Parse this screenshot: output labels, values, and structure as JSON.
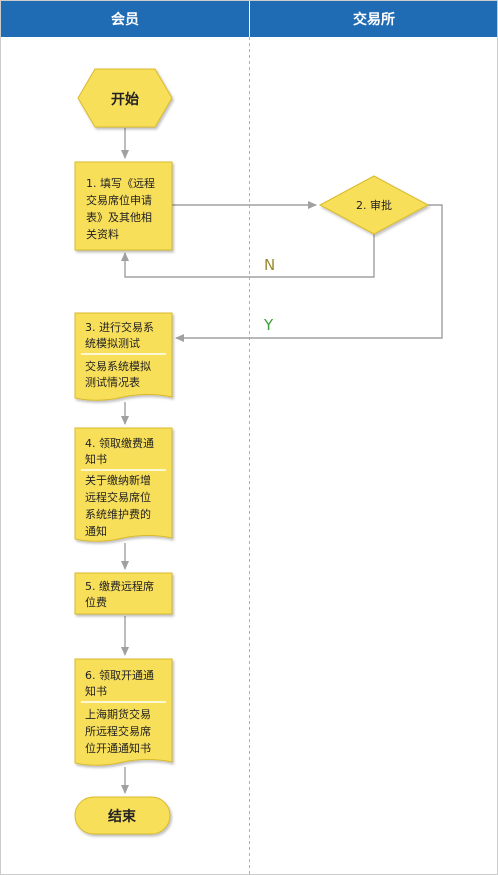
{
  "lanes": {
    "member": "会员",
    "exchange": "交易所"
  },
  "start": "开始",
  "end": "结束",
  "step1": [
    "1. 填写《远程",
    "交易席位申请",
    "表》及其他相",
    "关资料"
  ],
  "step2": "2. 审批",
  "step3": {
    "title": [
      "3. 进行交易系",
      "统模拟测试"
    ],
    "doc": [
      "交易系统模拟",
      "测试情况表"
    ]
  },
  "step4": {
    "title": [
      "4. 领取缴费通",
      "知书"
    ],
    "doc": [
      "关于缴纳新增",
      "远程交易席位",
      "系统维护费的",
      "通知"
    ]
  },
  "step5": [
    "5. 缴费远程席",
    "位费"
  ],
  "step6": {
    "title": [
      "6. 领取开通通",
      "知书"
    ],
    "doc": [
      "上海期货交易",
      "所远程交易席",
      "位开通通知书"
    ]
  },
  "labels": {
    "no": "N",
    "yes": "Y"
  },
  "colors": {
    "header": "#1f6cb4",
    "node_fill": "#f8df5a",
    "node_stroke": "#d9b92c",
    "no": "#9a8a2e",
    "yes": "#3aa13a"
  }
}
